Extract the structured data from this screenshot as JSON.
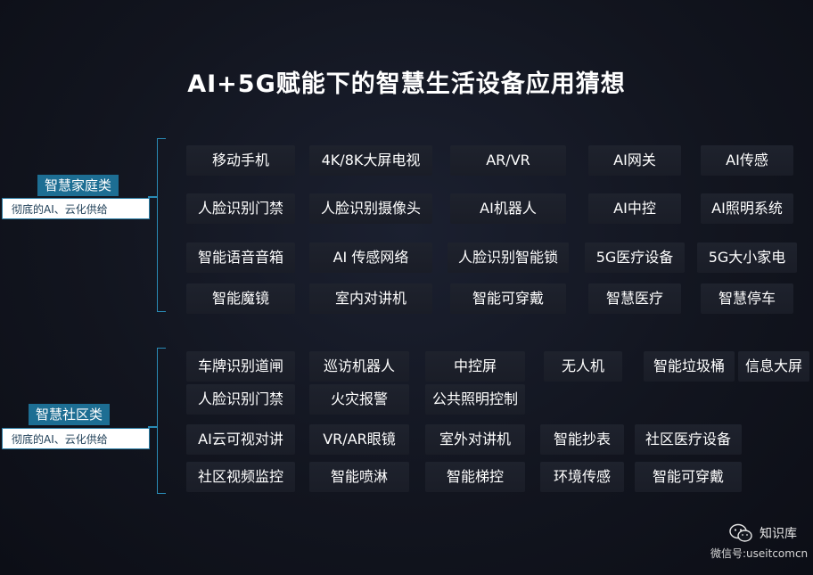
{
  "title": "AI+5G赋能下的智慧生活设备应用猜想",
  "categories": [
    {
      "label": "智慧家庭类",
      "sub": "彻底的AI、云化供给",
      "rows": [
        [
          "移动手机",
          "4K/8K大屏电视",
          "AR/VR",
          "AI网关",
          "AI传感"
        ],
        [
          "人脸识别门禁",
          "人脸识别摄像头",
          "AI机器人",
          "AI中控",
          "AI照明系统"
        ],
        [
          "智能语音音箱",
          "AI 传感网络",
          "人脸识别智能锁",
          "5G医疗设备",
          "5G大小家电"
        ],
        [
          "智能魔镜",
          "室内对讲机",
          "智能可穿戴",
          "智慧医疗",
          "智慧停车"
        ]
      ]
    },
    {
      "label": "智慧社区类",
      "sub": "彻底的AI、云化供给",
      "rows": [
        [
          "车牌识别道闸",
          "巡访机器人",
          "中控屏",
          "无人机",
          "智能垃圾桶",
          "信息大屏"
        ],
        [
          "人脸识别门禁",
          "火灾报警",
          "公共照明控制"
        ],
        [
          "AI云可视对讲",
          "VR/AR眼镜",
          "室外对讲机",
          "智能抄表",
          "社区医疗设备"
        ],
        [
          "社区视频监控",
          "智能喷淋",
          "智能梯控",
          "环境传感",
          "智能可穿戴"
        ]
      ]
    }
  ],
  "watermark": {
    "icon": "wechat-icon",
    "name": "知识库",
    "id": "微信号:useitcomcn"
  }
}
